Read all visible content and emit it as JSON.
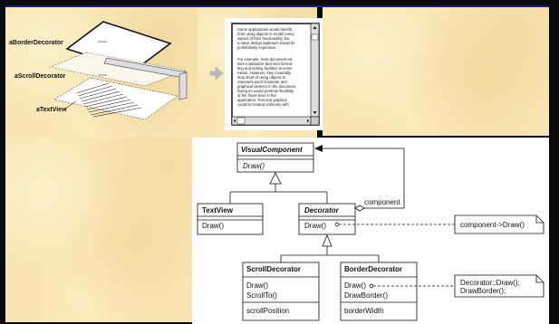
{
  "top_figure": {
    "layer_labels": [
      "aBorderDecorator",
      "aScrollDecorator",
      "aTextView"
    ],
    "window_text_lines": [
      "Some applications would benefit",
      "from using objects to model every",
      "aspect of their functionality, but",
      "a naive design approach would be",
      "prohibitively expensive.",
      "",
      "For example, most document ed-",
      "itors modularize their text format-",
      "ting and editing facilities to some",
      "extent. However, they invariably",
      "stop short of using objects to",
      "represent each character and",
      "graphical element in the document.",
      "Doing so would promote flexibility",
      "at the finest level in the",
      "application. Text and graphics",
      "could be treated uniformly with"
    ]
  },
  "uml": {
    "visual_component": {
      "name": "VisualComponent",
      "operation": "Draw()"
    },
    "text_view": {
      "name": "TextView",
      "operation": "Draw()"
    },
    "decorator": {
      "name": "Decorator",
      "operation": "Draw()",
      "association": "component"
    },
    "scroll_decorator": {
      "name": "ScrollDecorator",
      "operations": [
        "Draw()",
        "ScrollTo()"
      ],
      "attribute": "scrollPosition"
    },
    "border_decorator": {
      "name": "BorderDecorator",
      "operations": [
        "Draw()",
        "DrawBorder()"
      ],
      "attribute": "borderWidth"
    },
    "notes": {
      "decorator_draw": "component->Draw()",
      "border_draw": [
        "Decorator::Draw();",
        "DrawBorder();"
      ]
    }
  },
  "colors": {
    "title_bar": "#1b1f8c",
    "parchment": "#f8e6b4",
    "note_fill": "#fffef6"
  }
}
